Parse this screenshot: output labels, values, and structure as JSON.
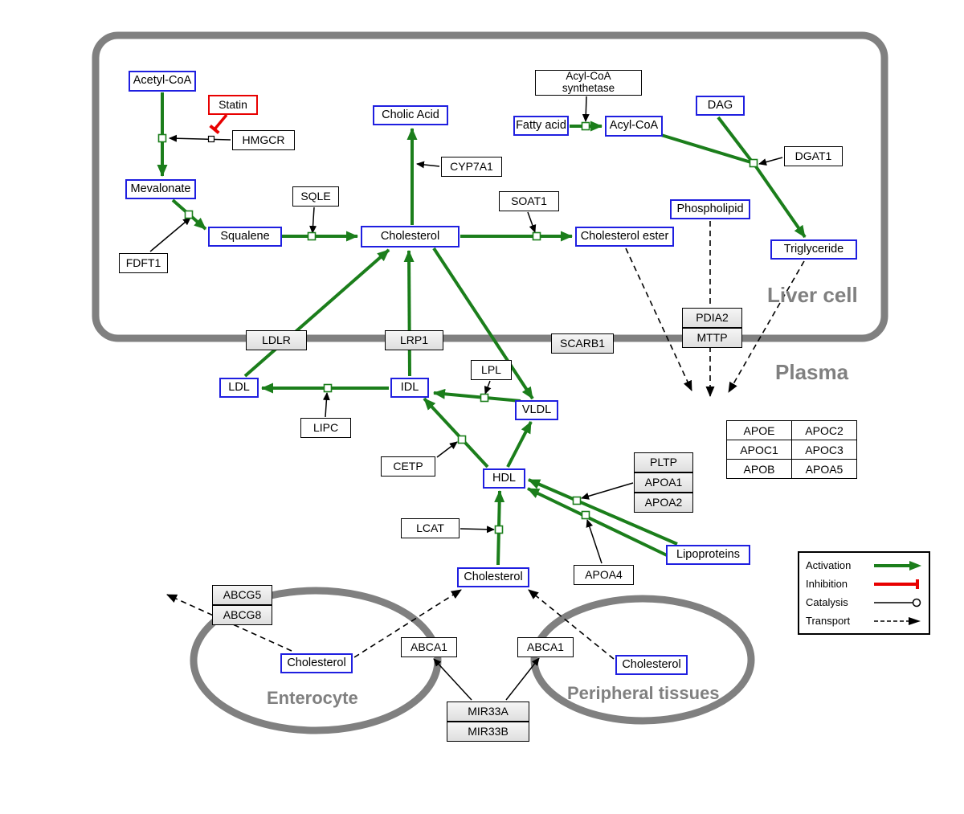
{
  "compartments": {
    "liver_cell": "Liver cell",
    "plasma": "Plasma",
    "enterocyte": "Enterocyte",
    "peripheral_tissues": "Peripheral tissues"
  },
  "nodes": {
    "acetyl_coa": "Acetyl-CoA",
    "statin": "Statin",
    "hmgcr": "HMGCR",
    "mevalonate": "Mevalonate",
    "fdft1": "FDFT1",
    "squalene": "Squalene",
    "sqle": "SQLE",
    "cholic_acid": "Cholic Acid",
    "cyp7a1": "CYP7A1",
    "cholesterol_liver": "Cholesterol",
    "soat1": "SOAT1",
    "cholesterol_ester": "Cholesterol ester",
    "acyl_coa_synthetase": "Acyl-CoA synthetase",
    "fatty_acid": "Fatty acid",
    "acyl_coa": "Acyl-CoA",
    "dag": "DAG",
    "dgat1": "DGAT1",
    "phospholipid": "Phospholipid",
    "triglyceride": "Triglyceride",
    "ldlr": "LDLR",
    "lrp1": "LRP1",
    "scarb1": "SCARB1",
    "pdia2": "PDIA2",
    "mttp": "MTTP",
    "ldl": "LDL",
    "idl": "IDL",
    "lipc": "LIPC",
    "lpl": "LPL",
    "vldl": "VLDL",
    "cetp": "CETP",
    "hdl": "HDL",
    "lcat": "LCAT",
    "pltp": "PLTP",
    "apoa1": "APOA1",
    "apoa2": "APOA2",
    "apoa4": "APOA4",
    "lipoproteins": "Lipoproteins",
    "cholesterol_plasma": "Cholesterol",
    "abcg5": "ABCG5",
    "abcg8": "ABCG8",
    "cholesterol_enterocyte": "Cholesterol",
    "abca1_left": "ABCA1",
    "abca1_right": "ABCA1",
    "cholesterol_peripheral": "Cholesterol",
    "mir33a": "MIR33A",
    "mir33b": "MIR33B"
  },
  "apo_table": [
    [
      "APOE",
      "APOC2"
    ],
    [
      "APOC1",
      "APOC3"
    ],
    [
      "APOB",
      "APOA5"
    ]
  ],
  "legend": {
    "activation": "Activation",
    "inhibition": "Inhibition",
    "catalysis": "Catalysis",
    "transport": "Transport"
  },
  "colors": {
    "metabolite_border_blue": "#1f1fe0",
    "inhibitor_red": "#e80000",
    "activation_green": "#1b7e1b",
    "compartment_gray": "#808080"
  }
}
